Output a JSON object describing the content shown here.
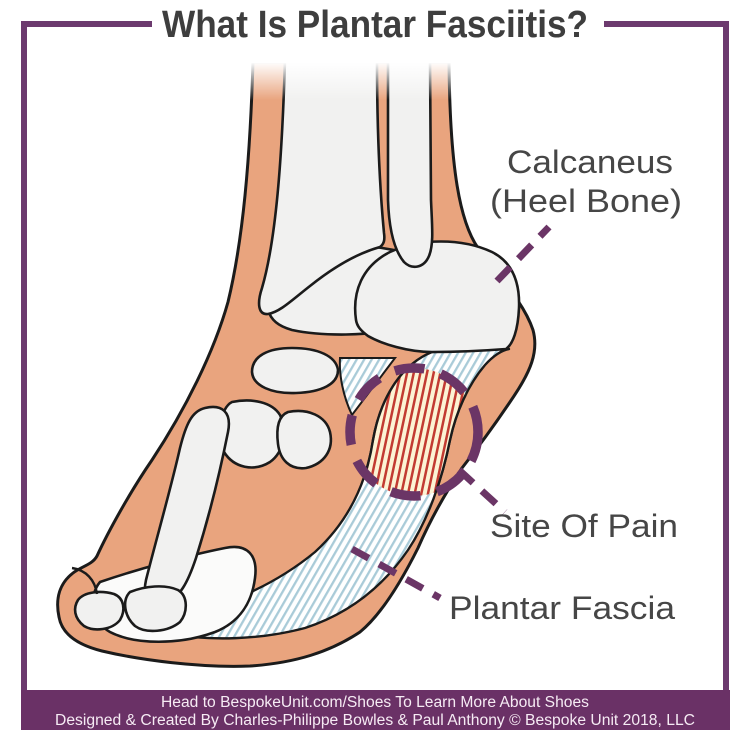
{
  "title": "What Is Plantar Fasciitis?",
  "labels": {
    "calcaneus_line1": "Calcaneus",
    "calcaneus_line2": "(Heel Bone)",
    "site_of_pain": "Site Of Pain",
    "plantar_fascia": "Plantar Fascia"
  },
  "footer": {
    "line1": "Head to BespokeUnit.com/Shoes To Learn More About Shoes",
    "line2": "Designed & Created By Charles-Philippe Bowles & Paul Anthony © Bespoke Unit 2018, LLC"
  },
  "colors": {
    "accent_purple": "#6B3566",
    "frame_purple": "#6C3A6E",
    "footer_bar": "#6A3166",
    "skin": "#E9A47E",
    "bone": "#F1F1F0",
    "outline": "#1B1B1B",
    "fascia_hatch_blue": "#A9CBD8",
    "pain_hatch_red": "#C23B32",
    "pain_background_cream": "#FCF3D4",
    "title_text": "#3E3E3E",
    "label_text": "#464646",
    "footer_text": "#F6EBF4"
  }
}
